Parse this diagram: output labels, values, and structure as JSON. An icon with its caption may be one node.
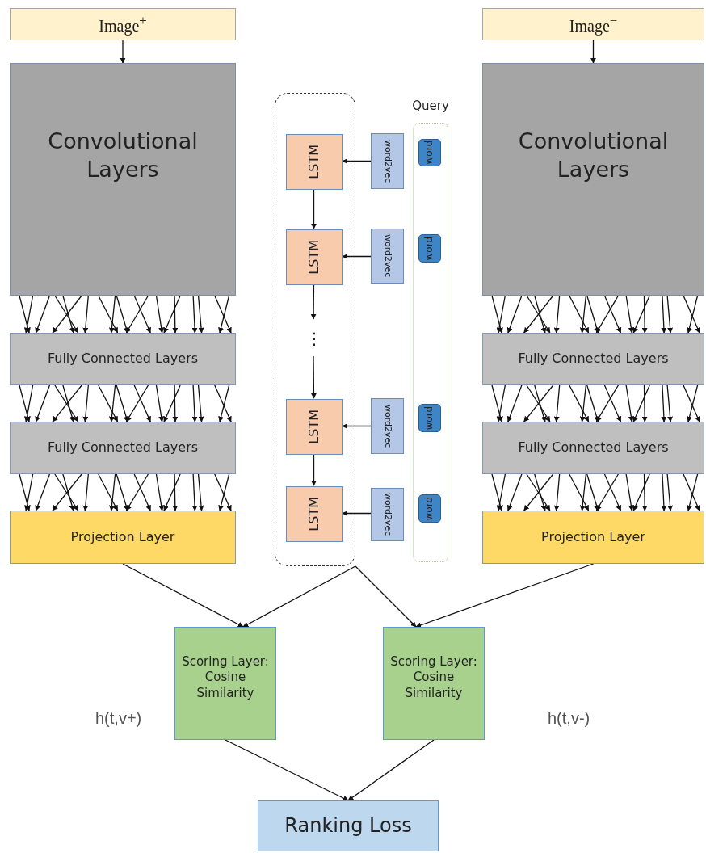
{
  "diagram": {
    "nodes": [
      {
        "text": [
          "Image$^{+}$"
        ]
      },
      {
        "text": [
          "Convolutional Layers"
        ]
      },
      {
        "text": [
          "Fully Connected Layers"
        ]
      },
      {
        "text": [
          "Fully Connected Layers"
        ]
      },
      {
        "text": [
          "Projection Layer"
        ]
      },
      {
        "text": [],
        "shape": "box"
      },
      {
        "text": [
          "LSTM"
        ],
        "in": 5
      },
      {
        "text": [
          "LSTM"
        ],
        "in": 5
      },
      {
        "text": [
          "⋮"
        ],
        "in": 5
      },
      {
        "text": [
          "LSTM"
        ],
        "in": 5
      },
      {
        "text": [
          "LSTM"
        ],
        "in": 5
      },
      {
        "text": [
          "word2vec"
        ]
      },
      {
        "text": [
          "word2vec"
        ]
      },
      {
        "text": [
          "word2vec"
        ]
      },
      {
        "text": [
          "word2vec"
        ]
      },
      {
        "text": [
          "Query"
        ]
      },
      {
        "text": [
          "word"
        ],
        "in": 15
      },
      {
        "text": [
          "word"
        ],
        "in": 15
      },
      {
        "text": [
          "word"
        ],
        "in": 15
      },
      {
        "text": [
          "word"
        ],
        "in": 15
      },
      {
        "text": [
          "Image$^{−}$"
        ]
      },
      {
        "text": [
          "Convolutional Layers"
        ]
      },
      {
        "text": [
          "Fully Connected Layers"
        ]
      },
      {
        "text": [
          "Fully Connected Layers"
        ]
      },
      {
        "text": [
          "Projection Layer"
        ]
      },
      {
        "text": [
          "Scoring Layer: Cosine Similarity"
        ],
        "beside": [
          "h(t,v+)"
        ]
      },
      {
        "text": [
          "Scoring Layer: Cosine Similarity"
        ],
        "beside": [
          "h(t,v-)"
        ]
      },
      {
        "text": [
          "Ranking Loss"
        ]
      }
    ],
    "edges": [
      {
        "from": 0,
        "to": 1,
        "arrow": "to"
      },
      {
        "from": 1,
        "to": 2,
        "arrow": "to"
      },
      {
        "from": 2,
        "to": 3,
        "arrow": "to"
      },
      {
        "from": 3,
        "to": 4,
        "arrow": "to"
      },
      {
        "from": 11,
        "to": 6,
        "arrow": "to"
      },
      {
        "from": 12,
        "to": 7,
        "arrow": "to"
      },
      {
        "from": 13,
        "to": 9,
        "arrow": "to"
      },
      {
        "from": 14,
        "to": 10,
        "arrow": "to"
      },
      {
        "from": 6,
        "to": 7,
        "arrow": "to"
      },
      {
        "from": 7,
        "to": 8,
        "arrow": "to"
      },
      {
        "from": 8,
        "to": 9,
        "arrow": "to"
      },
      {
        "from": 9,
        "to": 10,
        "arrow": "to"
      },
      {
        "from": 20,
        "to": 21,
        "arrow": "to"
      },
      {
        "from": 21,
        "to": 22,
        "arrow": "to"
      },
      {
        "from": 22,
        "to": 23,
        "arrow": "to"
      },
      {
        "from": 23,
        "to": 24,
        "arrow": "to"
      },
      {
        "from": 4,
        "to": 25,
        "arrow": "to"
      },
      {
        "from": 5,
        "to": 25,
        "arrow": "to"
      },
      {
        "from": 5,
        "to": 26,
        "arrow": "to"
      },
      {
        "from": 24,
        "to": 26,
        "arrow": "to"
      },
      {
        "from": 25,
        "to": 27,
        "arrow": "to"
      },
      {
        "from": 26,
        "to": 27,
        "arrow": "to"
      }
    ]
  }
}
